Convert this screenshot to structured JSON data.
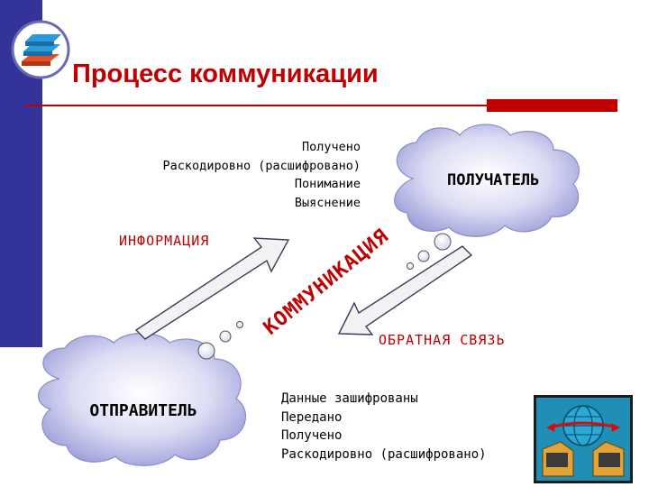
{
  "slide": {
    "title": "Процесс коммуникации"
  },
  "diagram": {
    "receiver_label": "ПОЛУЧАТЕЛЬ",
    "sender_label": "ОТПРАВИТЕЛЬ",
    "information_label": "ИНФОРМАЦИЯ",
    "feedback_label": "ОБРАТНАЯ СВЯЗЬ",
    "communication_arc_text": "КОММУНИКАЦИЯ",
    "receiver_steps": [
      "Получено",
      "Раскодировно (расшифровано)",
      "Понимание",
      "Выяснение"
    ],
    "sender_steps": [
      "Данные зашифрованы",
      "Передано",
      "Получено",
      "Раскодировно (расшифровано)"
    ]
  },
  "colors": {
    "sidebar": "#33339a",
    "accent_red": "#c00000",
    "cloud_fill": "#b9bbe6",
    "arrow_fill": "#f2f2f2"
  },
  "icons": [
    "books-logo-icon",
    "network-computers-icon"
  ]
}
